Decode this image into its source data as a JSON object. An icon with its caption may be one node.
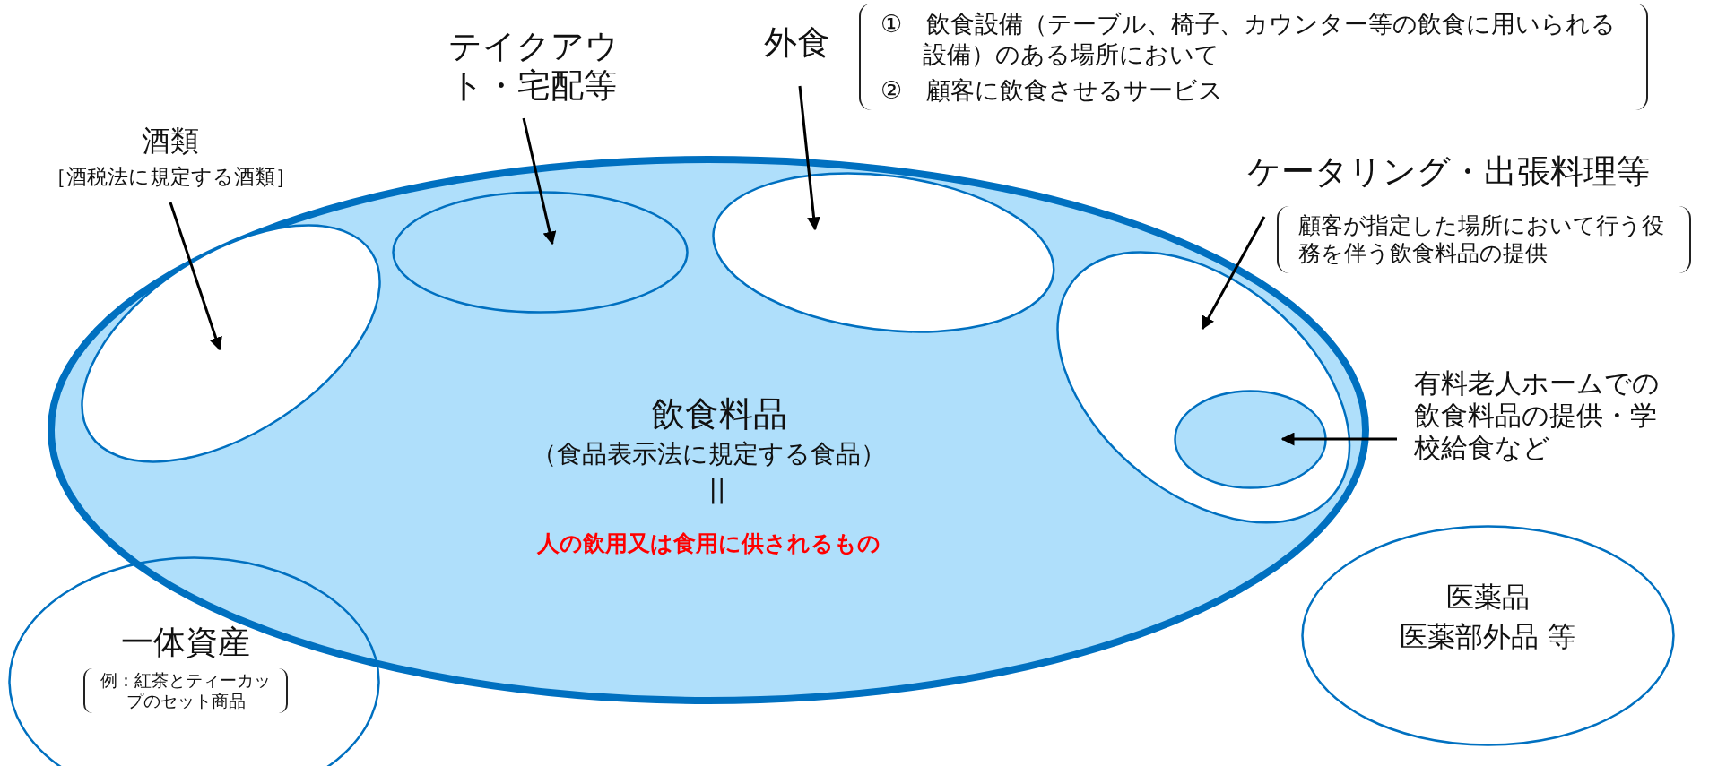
{
  "diagram": {
    "nodes": [
      {
        "text": [
          "飲食料品",
          "（食品表示法に規定する食品）",
          "||",
          "人の飲用又は食用に供されるもの"
        ]
      },
      {
        "text": [],
        "shape": "ellipse",
        "in": 0
      },
      {
        "text": [],
        "shape": "ellipse",
        "in": 0
      },
      {
        "text": [],
        "shape": "ellipse",
        "in": 0
      },
      {
        "text": [],
        "shape": "ellipse",
        "in": 0
      },
      {
        "text": [],
        "shape": "ellipse",
        "in": 4
      },
      {
        "text": [
          "酒類",
          "［酒税法に規定する酒類］"
        ]
      },
      {
        "text": [
          "テイクアウト・宅配等"
        ]
      },
      {
        "text": [
          "外食"
        ],
        "beside": [
          "①　飲食設備（テーブル、椅子、カウンター等の飲食に用いられる設備）のある場所において",
          "②　顧客に飲食させるサービス"
        ]
      },
      {
        "text": [
          "ケータリング・出張料理等"
        ],
        "beside": [
          "顧客が指定した場所において行う役務を伴う飲食料品の提供"
        ]
      },
      {
        "text": [
          "有料老人ホームでの飲食料品の提供・学校給食など"
        ]
      },
      {
        "text": [
          "一体資産",
          "例：紅茶とティーカップのセット商品"
        ]
      },
      {
        "text": [
          "医薬品",
          "医薬部外品 等"
        ]
      }
    ],
    "edges": [
      {
        "from": 6,
        "to": 1,
        "arrow": "to"
      },
      {
        "from": 7,
        "to": 2,
        "arrow": "to"
      },
      {
        "from": 8,
        "to": 3,
        "arrow": "to"
      },
      {
        "from": 9,
        "to": 4,
        "arrow": "to"
      },
      {
        "from": 10,
        "to": 5,
        "arrow": "to"
      }
    ]
  }
}
